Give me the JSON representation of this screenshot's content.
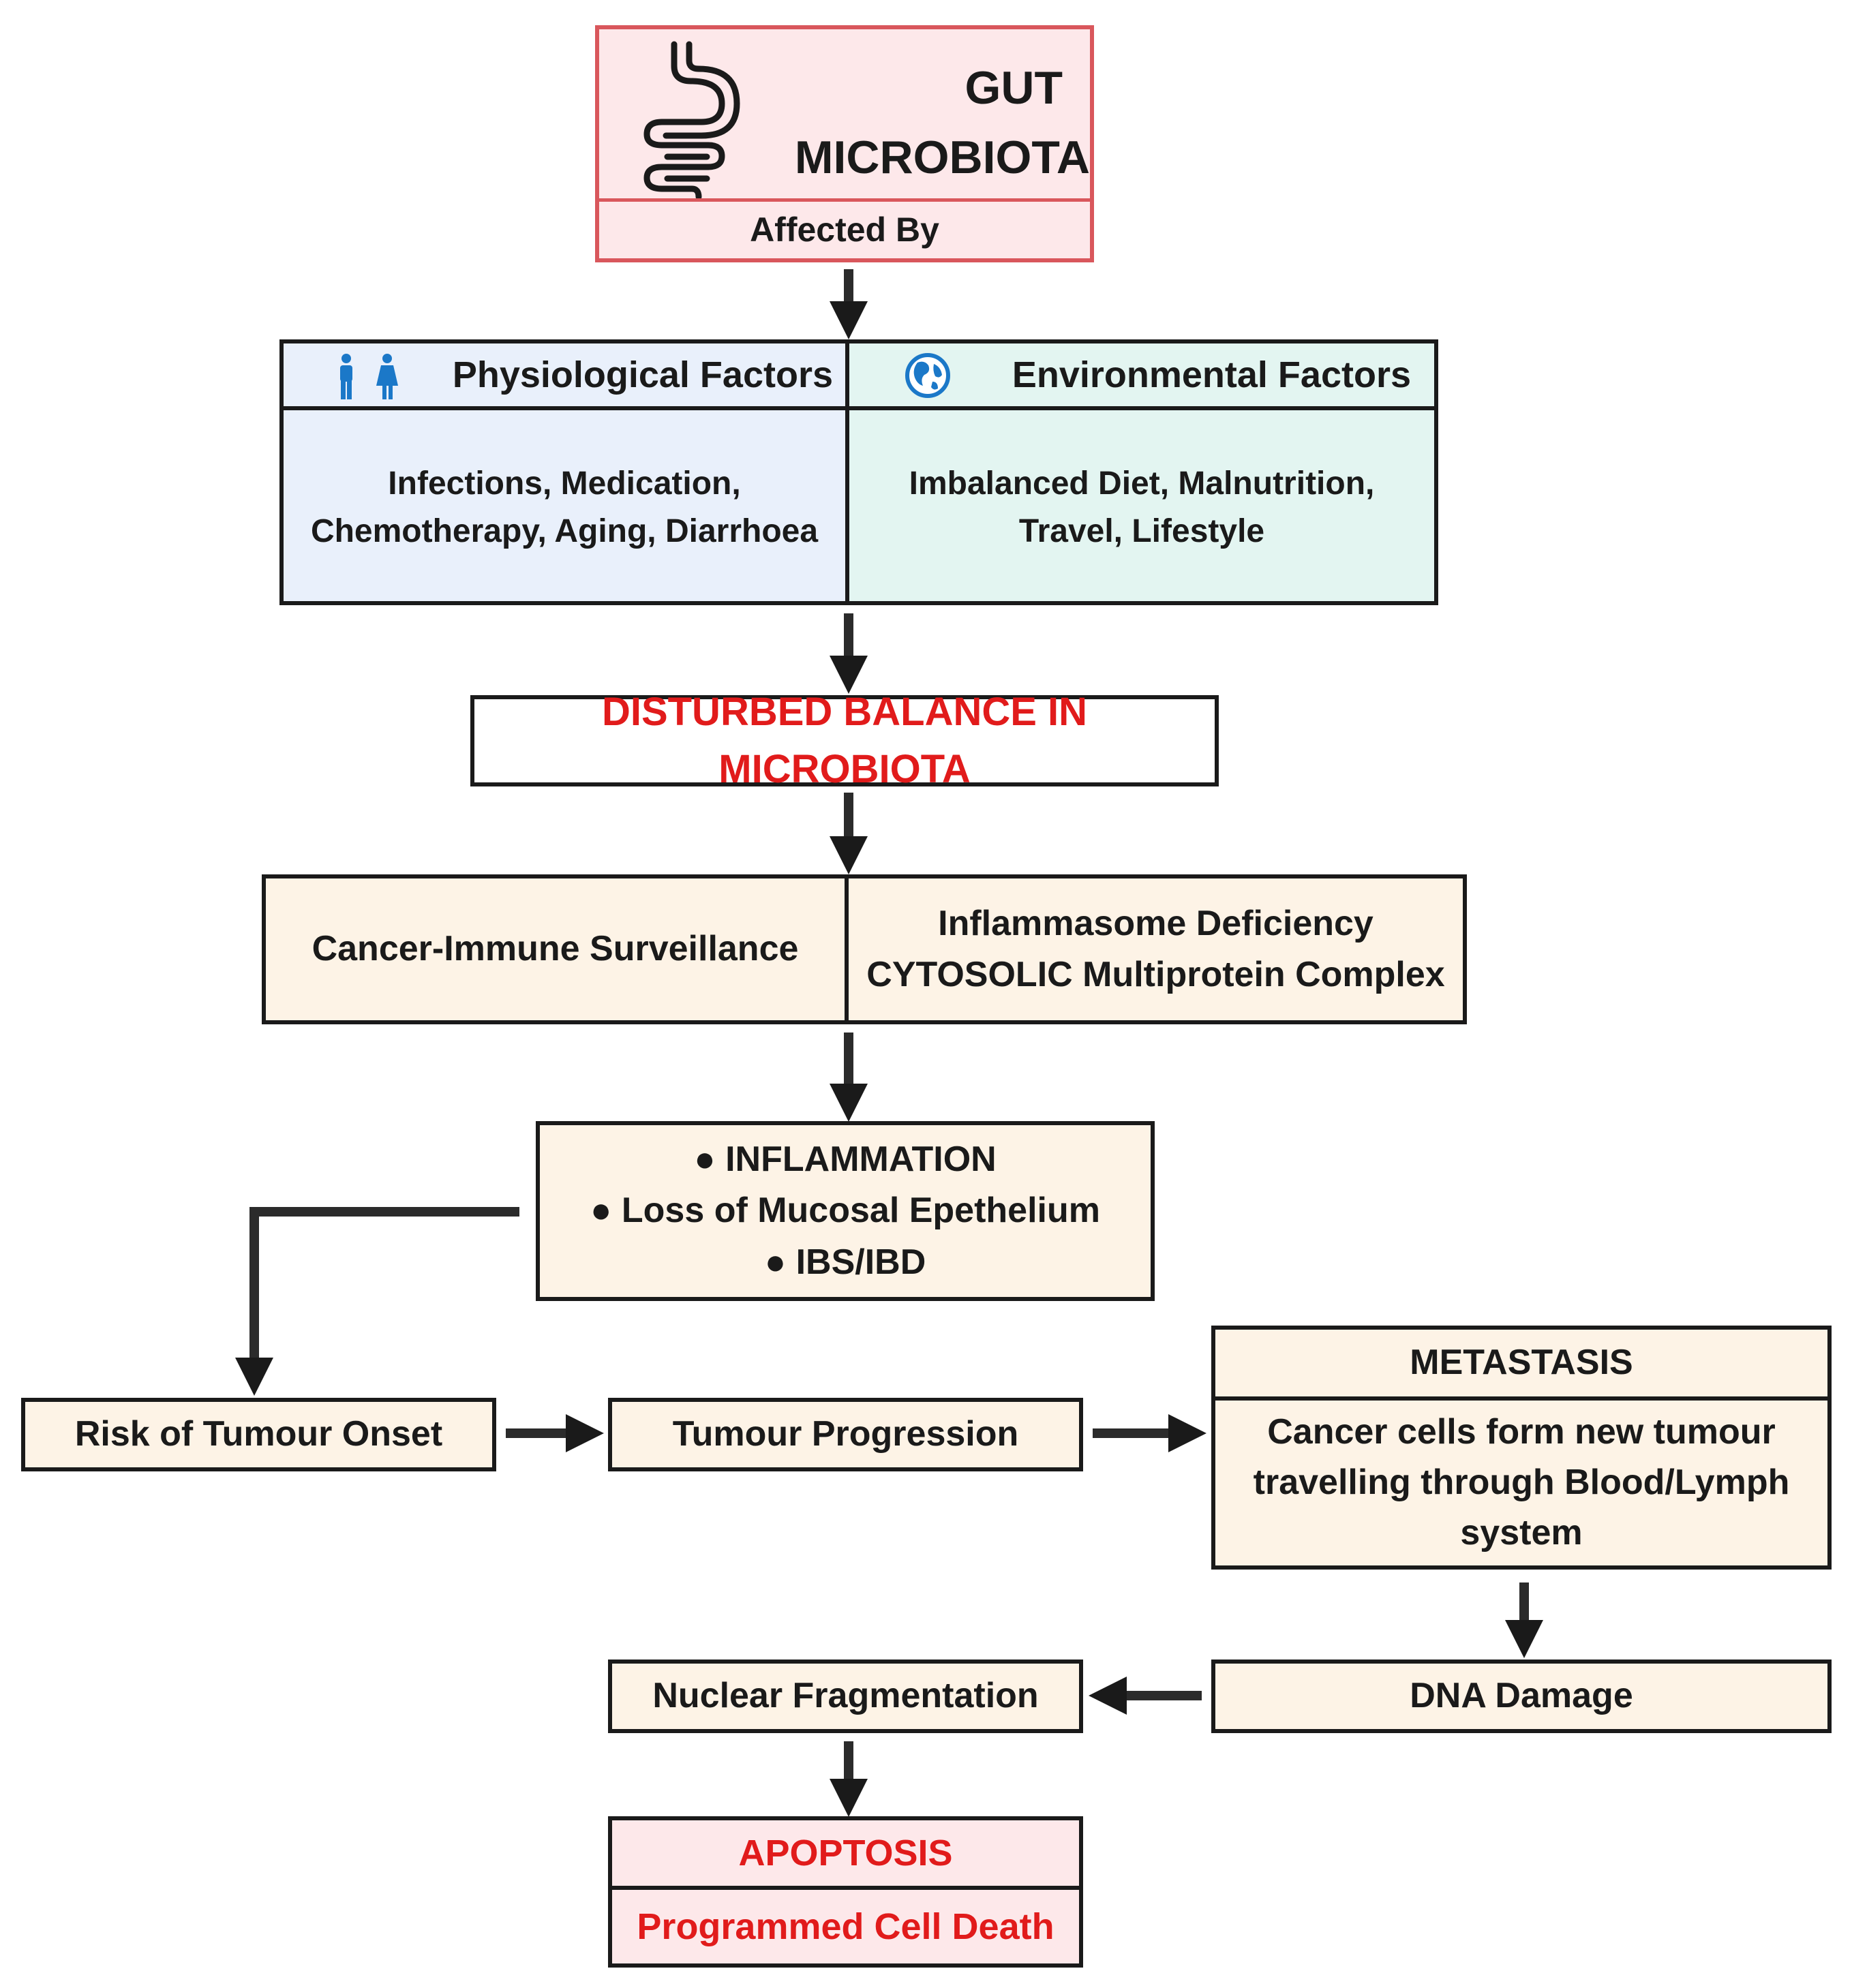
{
  "gut": {
    "title_line1": "GUT",
    "title_line2": "MICROBIOTA",
    "subtitle": "Affected By",
    "icon": "intestine-icon"
  },
  "factors": {
    "physiological": {
      "header": "Physiological Factors",
      "icon": "people-icon",
      "items_line1": "Infections, Medication,",
      "items_line2": "Chemotherapy, Aging, Diarrhoea"
    },
    "environmental": {
      "header": "Environmental Factors",
      "icon": "globe-icon",
      "items_line1": "Imbalanced Diet, Malnutrition,",
      "items_line2": "Travel, Lifestyle"
    }
  },
  "disturbed": {
    "label": "DISTURBED BALANCE IN MICROBIOTA"
  },
  "immune": {
    "left": "Cancer-Immune Surveillance",
    "right_line1": "Inflammasome Deficiency",
    "right_line2": "CYTOSOLIC Multiprotein Complex"
  },
  "inflammation": {
    "items": [
      "INFLAMMATION",
      "Loss of Mucosal Epethelium",
      "IBS/IBD"
    ]
  },
  "tumour": {
    "risk": "Risk of Tumour Onset",
    "progression": "Tumour Progression"
  },
  "metastasis": {
    "header": "METASTASIS",
    "line1": "Cancer cells form new tumour",
    "line2": "travelling through Blood/Lymph",
    "line3": "system"
  },
  "dna": {
    "label": "DNA Damage"
  },
  "nuclear": {
    "label": "Nuclear Fragmentation"
  },
  "apoptosis": {
    "header": "APOPTOSIS",
    "label": "Programmed Cell Death"
  },
  "colors": {
    "pink_fill": "#fde8ea",
    "pink_border": "#d9575c",
    "blue_fill": "#e9f0fb",
    "teal_fill": "#e3f5f1",
    "cream_fill": "#fdf3e6",
    "red_text": "#e11b1b",
    "icon_blue": "#1b78c8"
  }
}
